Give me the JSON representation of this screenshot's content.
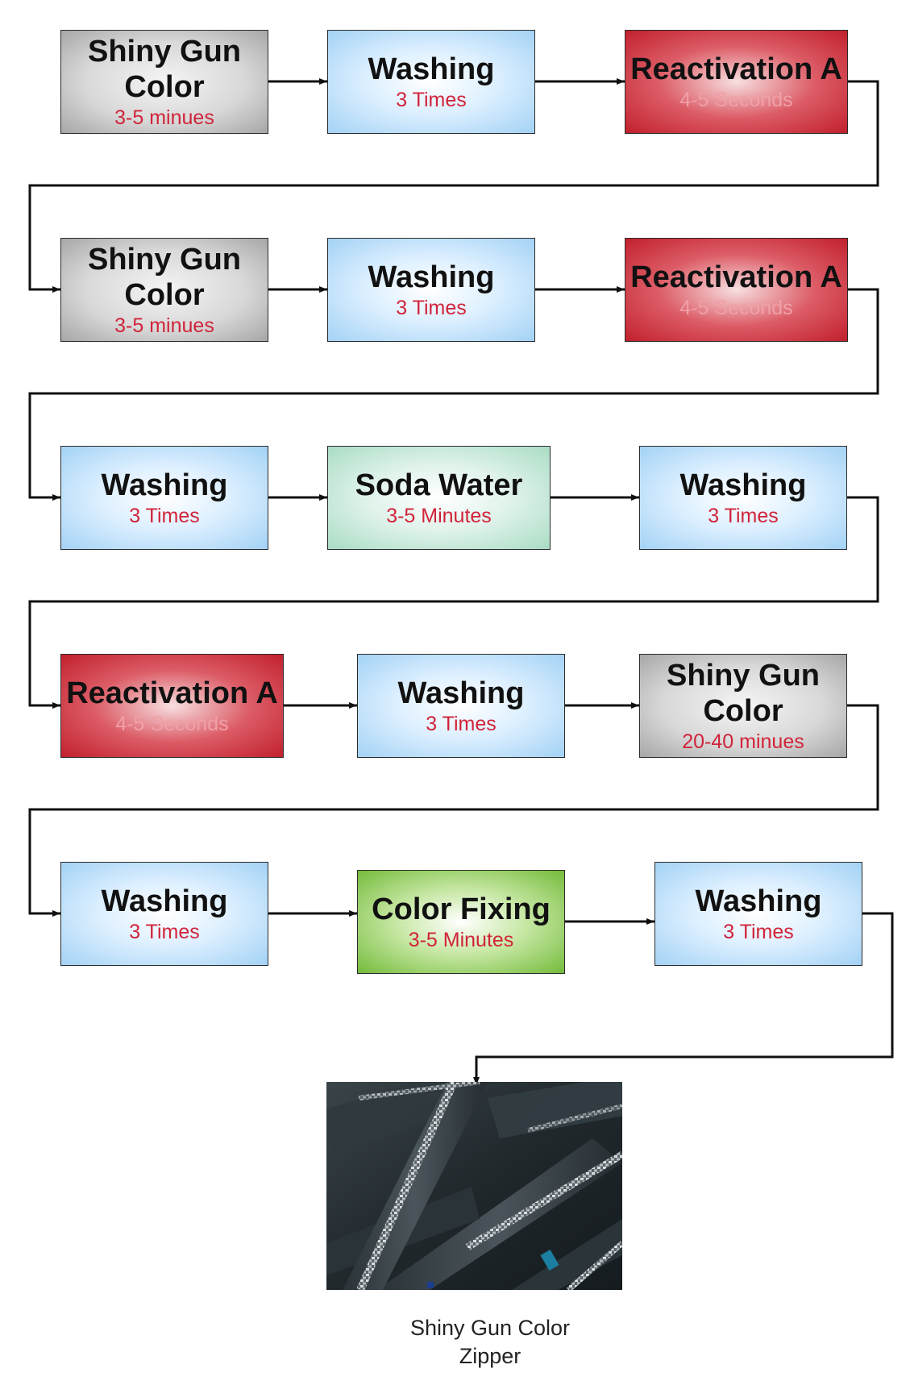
{
  "colors": {
    "line": "#111111",
    "subtitle_default": "#d0243a",
    "subtitle_on_red": "#f0a0a8"
  },
  "steps": [
    {
      "id": "s1",
      "title": "Shiny Gun Color",
      "subtitle": "3-5 minues",
      "theme": "gray"
    },
    {
      "id": "s2",
      "title": "Washing",
      "subtitle": "3 Times",
      "theme": "blue"
    },
    {
      "id": "s3",
      "title": "Reactivation A",
      "subtitle": "4-5 Seconds",
      "theme": "red"
    },
    {
      "id": "s4",
      "title": "Shiny Gun Color",
      "subtitle": "3-5 minues",
      "theme": "gray"
    },
    {
      "id": "s5",
      "title": "Washing",
      "subtitle": "3 Times",
      "theme": "blue"
    },
    {
      "id": "s6",
      "title": "Reactivation A",
      "subtitle": "4-5 Seconds",
      "theme": "red"
    },
    {
      "id": "s7",
      "title": "Washing",
      "subtitle": "3 Times",
      "theme": "blue"
    },
    {
      "id": "s8",
      "title": "Soda Water",
      "subtitle": "3-5 Minutes",
      "theme": "teal"
    },
    {
      "id": "s9",
      "title": "Washing",
      "subtitle": "3 Times",
      "theme": "blue"
    },
    {
      "id": "s10",
      "title": "Reactivation A",
      "subtitle": "4-5 Seconds",
      "theme": "red"
    },
    {
      "id": "s11",
      "title": "Washing",
      "subtitle": "3 Times",
      "theme": "blue"
    },
    {
      "id": "s12",
      "title": "Shiny Gun Color",
      "subtitle": "20-40 minues",
      "theme": "gray"
    },
    {
      "id": "s13",
      "title": "Washing",
      "subtitle": "3 Times",
      "theme": "blue"
    },
    {
      "id": "s14",
      "title": "Color Fixing",
      "subtitle": "3-5 Minutes",
      "theme": "green"
    },
    {
      "id": "s15",
      "title": "Washing",
      "subtitle": "3 Times",
      "theme": "blue"
    }
  ],
  "result": {
    "caption_line1": "Shiny Gun Color",
    "caption_line2": "Zipper",
    "photo_icon": "zipper-photo"
  }
}
